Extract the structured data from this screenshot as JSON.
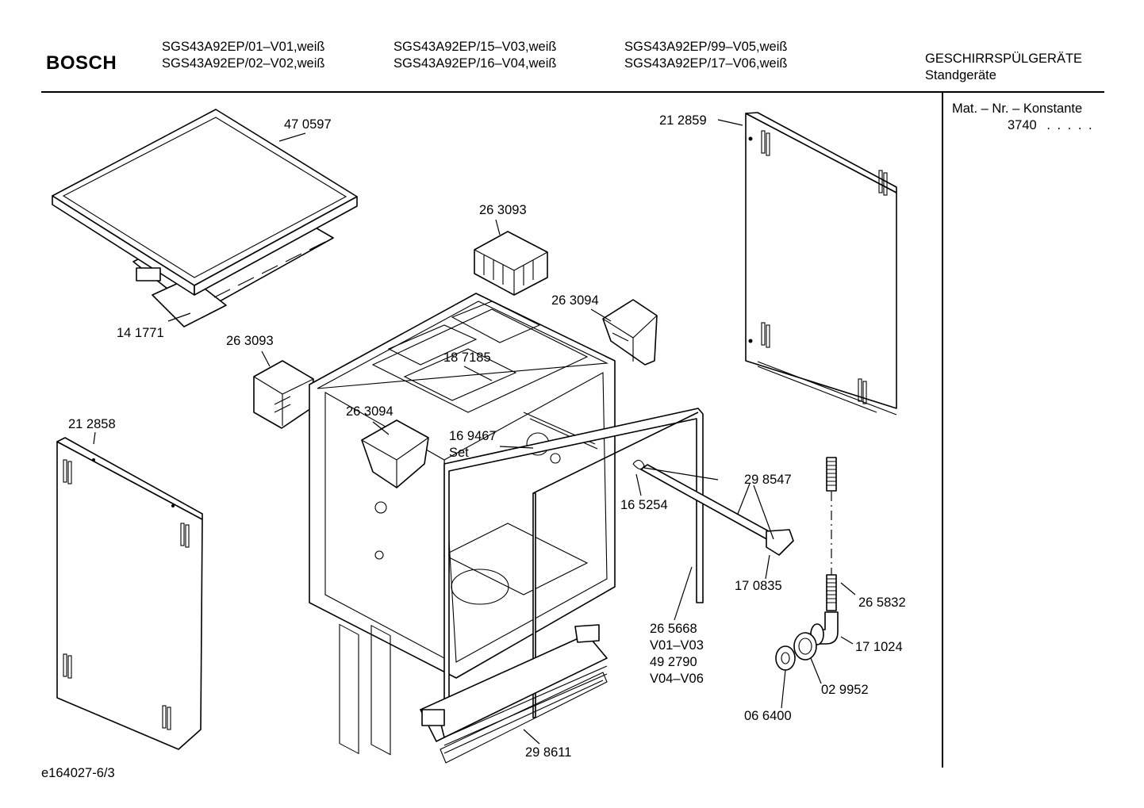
{
  "header": {
    "brand": "BOSCH",
    "models_col1": [
      "SGS43A92EP/01–V01,weiß",
      "SGS43A92EP/02–V02,weiß"
    ],
    "models_col2": [
      "SGS43A92EP/15–V03,weiß",
      "SGS43A92EP/16–V04,weiß"
    ],
    "models_col3": [
      "SGS43A92EP/99–V05,weiß",
      "SGS43A92EP/17–V06,weiß"
    ],
    "category_line1": "GESCHIRRSPÜLGERÄTE",
    "category_line2": "Standgeräte"
  },
  "sidebar": {
    "mat_label": "Mat. – Nr. – Konstante",
    "mat_value": "3740",
    "mat_dots": ". . . . ."
  },
  "parts": {
    "worktop": "47 0597",
    "worktop_clip": "14 1771",
    "side_panel_right": "21 2859",
    "bracket_top": "26 3093",
    "bracket_right": "26 3094",
    "bracket_left": "26 3093",
    "tub_part": "18 7185",
    "bracket_inner": "26 3094",
    "set_part": "16 9467",
    "set_label": "Set",
    "side_panel_left": "21 2858",
    "spray_arm_clip": "16 5254",
    "spray_arm": "29 8547",
    "spray_arm_end": "17 0835",
    "hose": "26 5832",
    "seal": "26 5668",
    "seal_variant1": "V01–V03",
    "seal_alt": "49 2790",
    "seal_variant2": "V04–V06",
    "elbow": "17 1024",
    "nut": "02 9952",
    "washer": "06 6400",
    "base_plinth": "29 8611"
  },
  "footer": {
    "code": "e164027-6/3"
  }
}
